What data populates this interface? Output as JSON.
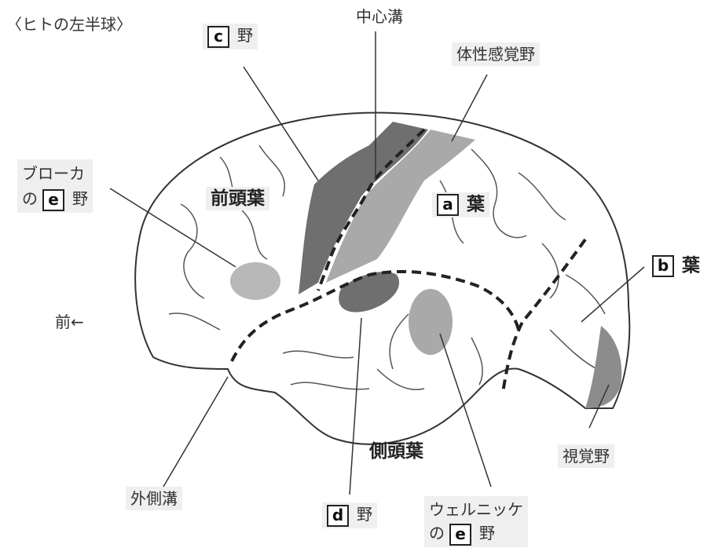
{
  "title": "〈ヒトの左半球〉",
  "labels": {
    "central_sulcus": "中心溝",
    "somatosensory": "体性感覚野",
    "c_area": {
      "box": "c",
      "text": "野"
    },
    "broca_line1": "ブローカ",
    "broca_line2": {
      "pre": "の",
      "box": "e",
      "text": "野"
    },
    "frontal_lobe": "前頭葉",
    "a_lobe": {
      "box": "a",
      "text": "葉"
    },
    "b_lobe": {
      "box": "b",
      "text": "葉"
    },
    "front_arrow": "前←",
    "visual": "視覚野",
    "temporal_lobe": "側頭葉",
    "lateral_sulcus": "外側溝",
    "d_area": {
      "box": "d",
      "text": "野"
    },
    "wernicke_line1": "ウェルニッケ",
    "wernicke_line2": {
      "pre": "の",
      "box": "e",
      "text": "野"
    }
  },
  "colors": {
    "dark_region": "#6f6f6f",
    "mid_region": "#a9a9a9",
    "light_region": "#b8b8b8",
    "outline": "#333333"
  }
}
